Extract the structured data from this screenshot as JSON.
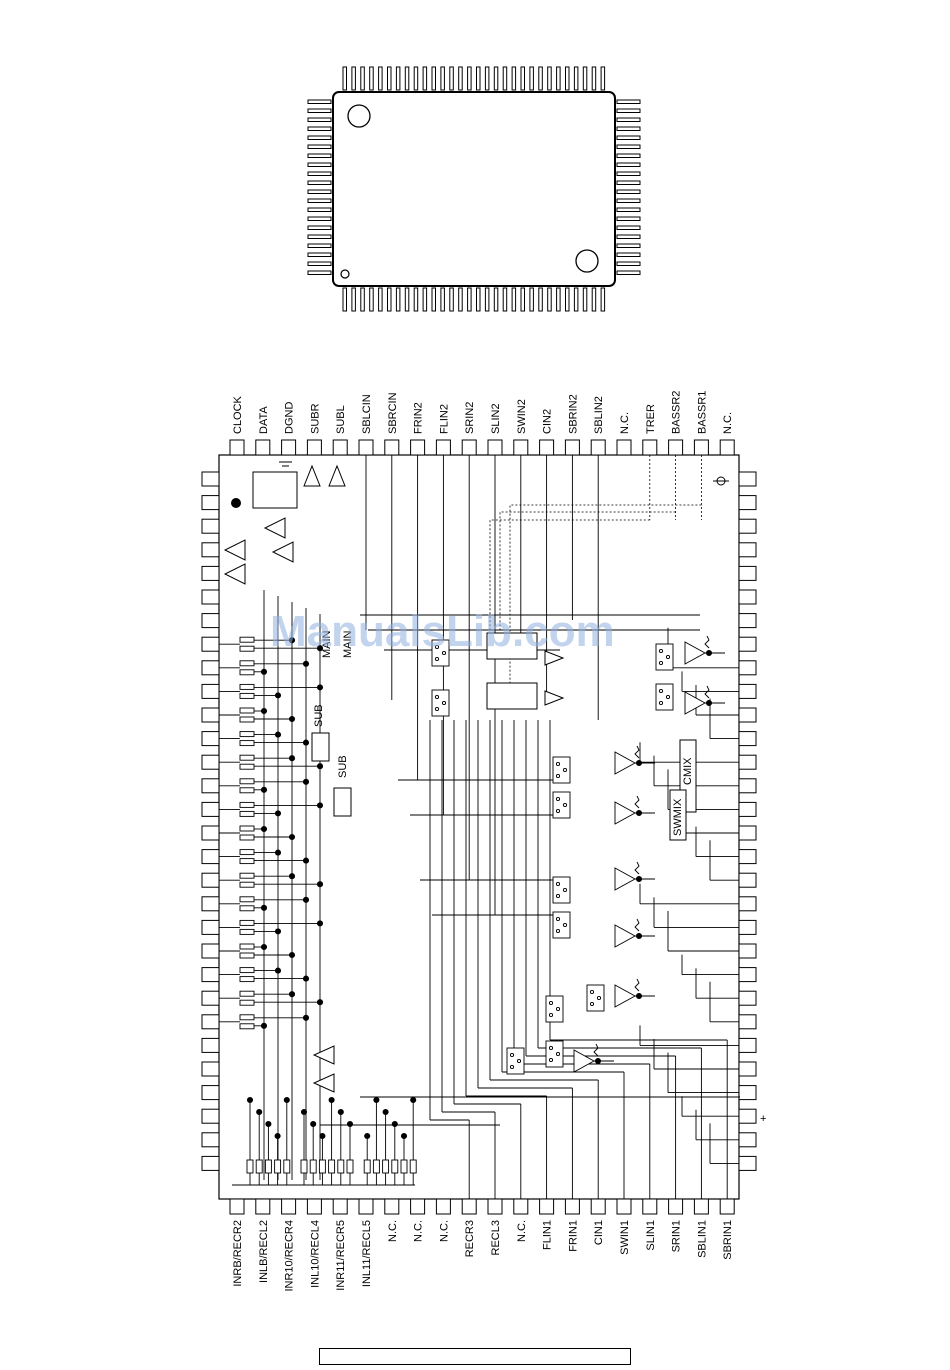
{
  "watermark": "ManualsLib.com",
  "top_pins": [
    "CLOCK",
    "DATA",
    "DGND",
    "SUBR",
    "SUBL",
    "SBLCIN",
    "SBRCIN",
    "FRIN2",
    "FLIN2",
    "SRIN2",
    "SLIN2",
    "SWIN2",
    "CIN2",
    "SBRIN2",
    "SBLIN2",
    "N.C.",
    "TRER",
    "BASSR2",
    "BASSR1",
    "N.C."
  ],
  "bottom_pins": [
    "INRB/RECR2",
    "INLB/RECL2",
    "INR10/RECR4",
    "INL10/RECL4",
    "INR11/RECR5",
    "INL11/RECL5",
    "N.C.",
    "N.C.",
    "N.C.",
    "RECR3",
    "RECL3",
    "N.C.",
    "FLIN1",
    "FRIN1",
    "CIN1",
    "SWIN1",
    "SLIN1",
    "SRIN1",
    "SBLIN1",
    "SBRIN1"
  ],
  "block_labels": {
    "sub_a": "SUB",
    "sub_b": "SUB",
    "main_a": "MAIN",
    "main_b": "MAIN",
    "cmix": "CMIX",
    "swmix": "SWMIX"
  },
  "plus_mark": "+",
  "footer_text": ""
}
